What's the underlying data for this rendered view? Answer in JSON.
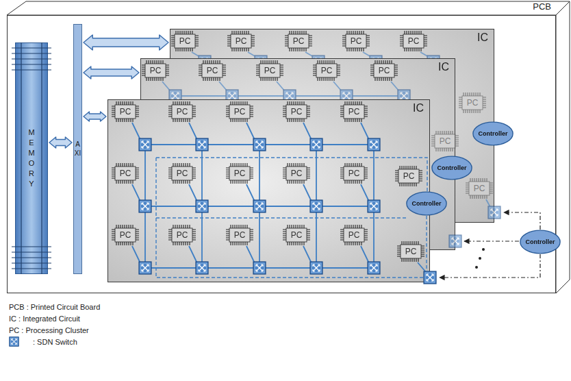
{
  "diagram": {
    "nodes": [
      {
        "text": [
          "PCB"
        ]
      },
      {
        "text": [
          "MEMORY"
        ],
        "in": 0
      },
      {
        "text": [
          "AXI"
        ],
        "in": 0
      },
      {
        "text": [
          "IC"
        ],
        "in": 0
      },
      {
        "text": [
          "PC"
        ],
        "in": 3
      },
      {
        "text": [
          "PC"
        ],
        "in": 3
      },
      {
        "text": [
          "PC"
        ],
        "in": 3
      },
      {
        "text": [
          "PC"
        ],
        "in": 3
      },
      {
        "text": [
          "PC"
        ],
        "in": 3
      },
      {
        "text": [
          "PC"
        ],
        "in": 3
      },
      {
        "text": [
          "Controller"
        ],
        "in": 3
      },
      {
        "text": [
          "PC"
        ],
        "in": 3
      },
      {
        "text": [
          "IC"
        ],
        "in": 0
      },
      {
        "text": [
          "PC"
        ],
        "in": 12
      },
      {
        "text": [
          "PC"
        ],
        "in": 12
      },
      {
        "text": [
          "PC"
        ],
        "in": 12
      },
      {
        "text": [
          "PC"
        ],
        "in": 12
      },
      {
        "text": [
          "PC"
        ],
        "in": 12
      },
      {
        "text": [
          "PC"
        ],
        "in": 12
      },
      {
        "text": [
          "Controller"
        ],
        "in": 12
      },
      {
        "text": [
          "IC"
        ],
        "in": 0
      },
      {
        "text": [
          "PC"
        ],
        "in": 20
      },
      {
        "text": [
          "PC"
        ],
        "in": 20
      },
      {
        "text": [
          "PC"
        ],
        "in": 20
      },
      {
        "text": [
          "PC"
        ],
        "in": 20
      },
      {
        "text": [
          "PC"
        ],
        "in": 20
      },
      {
        "text": [
          "PC"
        ],
        "in": 20
      },
      {
        "text": [
          "PC"
        ],
        "in": 20
      },
      {
        "text": [
          "PC"
        ],
        "in": 20
      },
      {
        "text": [
          "PC"
        ],
        "in": 20
      },
      {
        "text": [
          "PC"
        ],
        "in": 20
      },
      {
        "text": [
          "PC"
        ],
        "in": 20
      },
      {
        "text": [
          "Controller"
        ],
        "in": 20
      },
      {
        "text": [
          "PC"
        ],
        "in": 20
      },
      {
        "text": [
          "PC"
        ],
        "in": 20
      },
      {
        "text": [
          "PC"
        ],
        "in": 20
      },
      {
        "text": [
          "PC"
        ],
        "in": 20
      },
      {
        "text": [
          "PC"
        ],
        "in": 20
      },
      {
        "text": [
          "PC"
        ],
        "in": 20
      },
      {
        "text": [
          "Controller"
        ],
        "in": 0
      }
    ],
    "edges": [
      {
        "from": 1,
        "to": 2,
        "arrow": "both"
      },
      {
        "from": 2,
        "to": 3,
        "arrow": "both"
      },
      {
        "from": 2,
        "to": 12,
        "arrow": "both"
      },
      {
        "from": 2,
        "to": 20,
        "arrow": "both"
      }
    ],
    "legend": [
      {
        "text": "PCB : Printed Circuit Board"
      },
      {
        "text": "IC : Integrated Circuit"
      },
      {
        "text": "PC : Processing Cluster"
      },
      {
        "text": ": SDN Switch"
      }
    ]
  }
}
